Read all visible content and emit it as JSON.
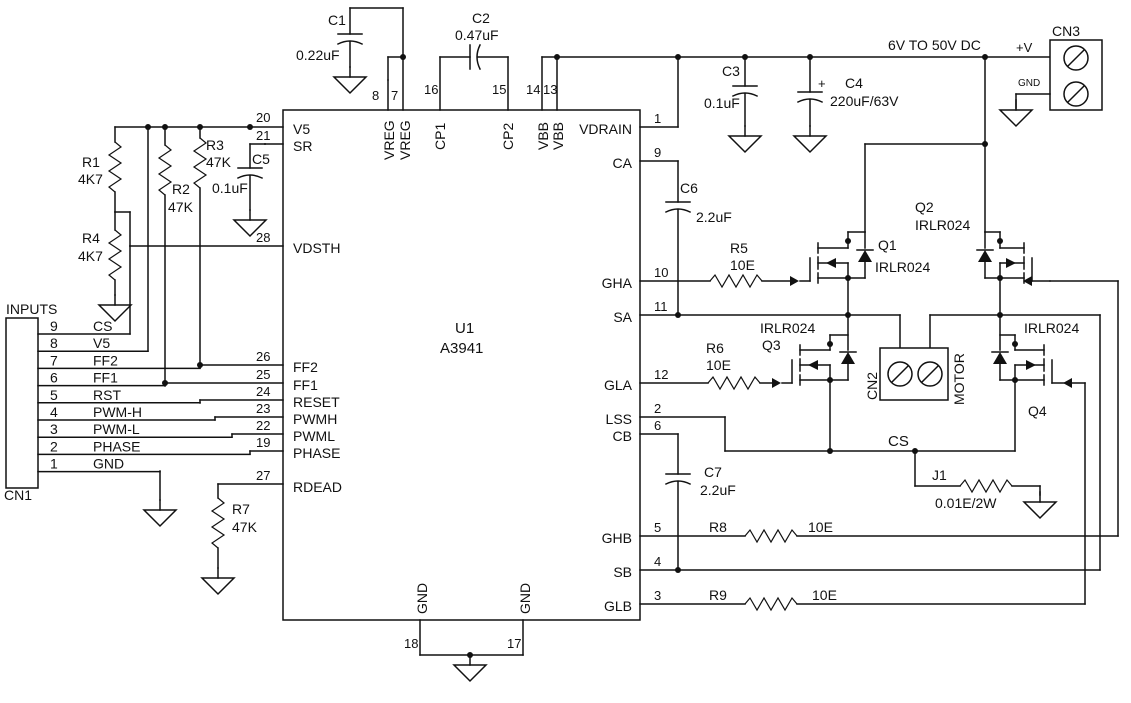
{
  "chip": {
    "ref": "U1",
    "part": "A3941"
  },
  "pins": {
    "v5": "V5",
    "sr": "SR",
    "vdsth": "VDSTH",
    "ff2": "FF2",
    "ff1": "FF1",
    "reset": "RESET",
    "pwmh": "PWMH",
    "pwml": "PWML",
    "phase": "PHASE",
    "rdead": "RDEAD",
    "vreg": "VREG",
    "cp1": "CP1",
    "cp2": "CP2",
    "vbb": "VBB",
    "gnd": "GND",
    "vdrain": "VDRAIN",
    "ca": "CA",
    "gha": "GHA",
    "sa": "SA",
    "gla": "GLA",
    "lss": "LSS",
    "cb": "CB",
    "ghb": "GHB",
    "sb": "SB",
    "glb": "GLB"
  },
  "pin_numbers": {
    "v5": "20",
    "sr": "21",
    "vdsth": "28",
    "ff2": "26",
    "ff1": "25",
    "reset": "24",
    "pwmh": "23",
    "pwml": "22",
    "phase": "19",
    "rdead": "27",
    "vreg8": "8",
    "vreg7": "7",
    "cp1": "16",
    "cp2": "15",
    "vbb14": "14",
    "vbb13": "13",
    "gnd18": "18",
    "gnd17": "17",
    "vdrain": "1",
    "ca": "9",
    "gha": "10",
    "sa": "11",
    "gla": "12",
    "lss": "2",
    "cb": "6",
    "ghb": "5",
    "sb": "4",
    "glb": "3"
  },
  "connector_cn1": {
    "ref": "CN1",
    "title": "INPUTS",
    "pins": [
      {
        "num": "9",
        "label": "CS"
      },
      {
        "num": "8",
        "label": "V5"
      },
      {
        "num": "7",
        "label": "FF2"
      },
      {
        "num": "6",
        "label": "FF1"
      },
      {
        "num": "5",
        "label": "RST"
      },
      {
        "num": "4",
        "label": "PWM-H"
      },
      {
        "num": "3",
        "label": "PWM-L"
      },
      {
        "num": "2",
        "label": "PHASE"
      },
      {
        "num": "1",
        "label": "GND"
      }
    ]
  },
  "components": {
    "r1": {
      "ref": "R1",
      "value": "4K7"
    },
    "r2": {
      "ref": "R2",
      "value": "47K"
    },
    "r3": {
      "ref": "R3",
      "value": "47K"
    },
    "r4": {
      "ref": "R4",
      "value": "4K7"
    },
    "r5": {
      "ref": "R5",
      "value": "10E"
    },
    "r6": {
      "ref": "R6",
      "value": "10E"
    },
    "r7": {
      "ref": "R7",
      "value": "47K"
    },
    "r8": {
      "ref": "R8",
      "value": "10E"
    },
    "r9": {
      "ref": "R9",
      "value": "10E"
    },
    "c1": {
      "ref": "C1",
      "value": "0.22uF"
    },
    "c2": {
      "ref": "C2",
      "value": "0.47uF"
    },
    "c3": {
      "ref": "C3",
      "value": "0.1uF"
    },
    "c4": {
      "ref": "C4",
      "value": "220uF/63V",
      "polarity": "+"
    },
    "c5": {
      "ref": "C5",
      "value": "0.1uF"
    },
    "c6": {
      "ref": "C6",
      "value": "2.2uF"
    },
    "c7": {
      "ref": "C7",
      "value": "2.2uF"
    },
    "q1": {
      "ref": "Q1",
      "part": "IRLR024"
    },
    "q2": {
      "ref": "Q2",
      "part": "IRLR024"
    },
    "q3": {
      "ref": "Q3",
      "part": "IRLR024"
    },
    "q4": {
      "ref": "Q4",
      "part": "IRLR024"
    },
    "j1": {
      "ref": "J1",
      "value": "0.01E/2W"
    },
    "cn2": {
      "ref": "CN2",
      "label": "MOTOR"
    },
    "cn3": {
      "ref": "CN3",
      "pos": "+V",
      "neg": "GND"
    }
  },
  "annotations": {
    "supply": "6V TO 50V DC",
    "cs": "CS"
  }
}
